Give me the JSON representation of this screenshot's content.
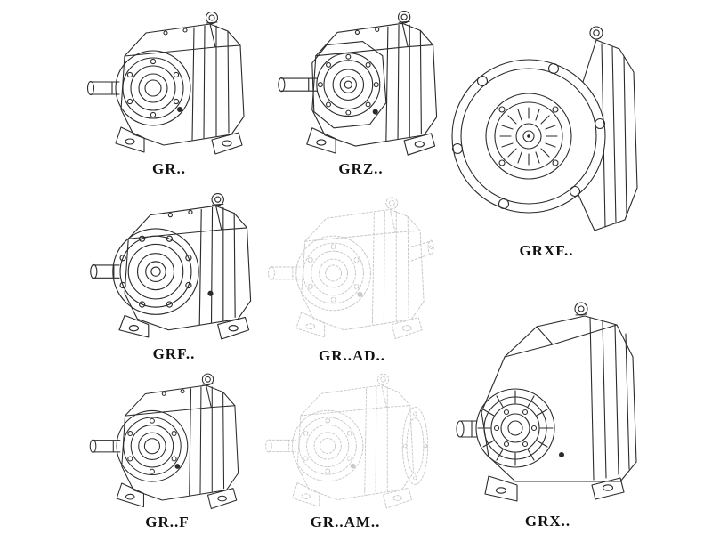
{
  "figure": {
    "background": "#ffffff",
    "stroke_color": "#2b2b2b",
    "ghost_stroke_color": "#c9c9c9",
    "label_color": "#111111"
  },
  "models": [
    {
      "id": "gr",
      "label": "GR.."
    },
    {
      "id": "grz",
      "label": "GRZ.."
    },
    {
      "id": "grxf",
      "label": "GRXF.."
    },
    {
      "id": "grf",
      "label": "GRF.."
    },
    {
      "id": "gr-ad",
      "label": "GR..AD.."
    },
    {
      "id": "gr-f",
      "label": "GR..F"
    },
    {
      "id": "gr-am",
      "label": "GR..AM.."
    },
    {
      "id": "grx",
      "label": "GRX.."
    }
  ]
}
